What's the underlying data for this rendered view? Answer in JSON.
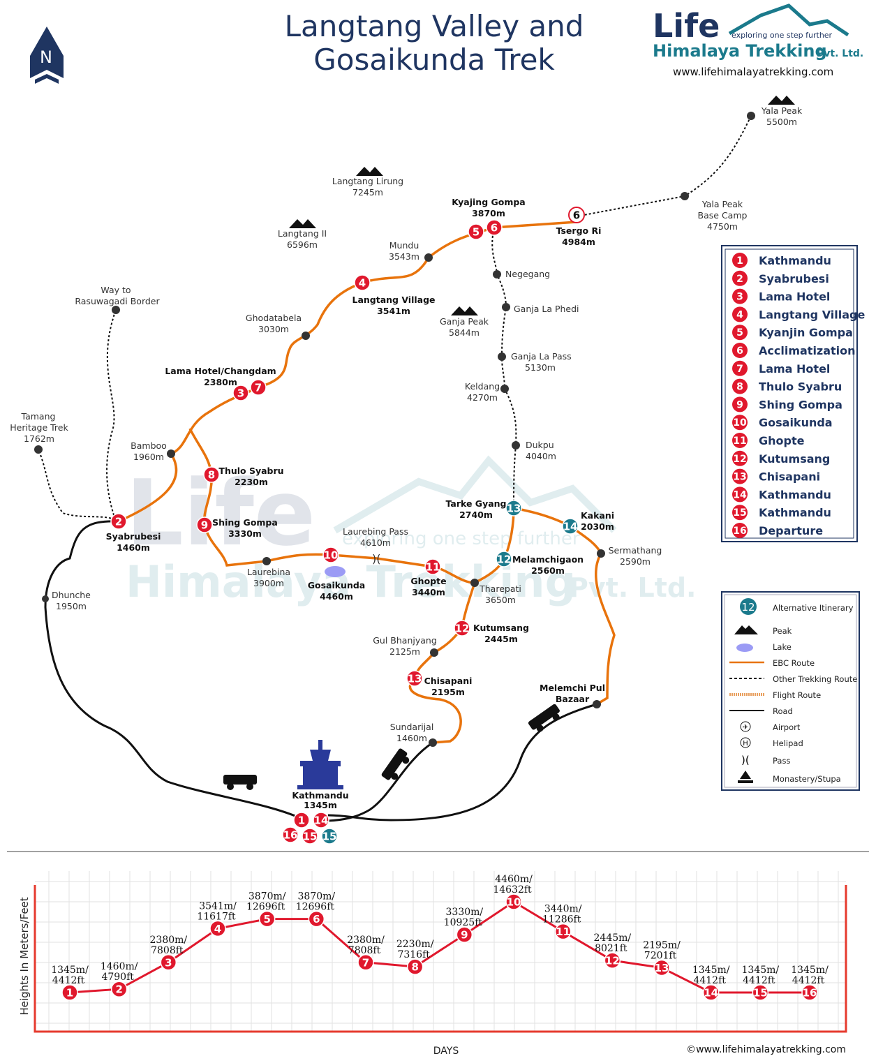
{
  "title": {
    "line1": "Langtang Valley and",
    "line2": "Gosaikunda Trek"
  },
  "north": "N",
  "logo": {
    "word": "Life",
    "tagline": "exploring one step further",
    "company": "Himalaya Trekking",
    "suffix": "Pvt. Ltd.",
    "website": "www.lifehimalayatrekking.com"
  },
  "watermark": {
    "word": "Life",
    "tagline": "exploring one step further",
    "company": "Himalaya Trekking",
    "suffix": "Pvt. Ltd."
  },
  "colors": {
    "route": "#e8730c",
    "marker": "#e0182d",
    "alt": "#1b7a8c",
    "navy": "#1f3561"
  },
  "peaks": [
    {
      "name": "Langtang Lirung",
      "elev": "7245m"
    },
    {
      "name": "Langtang II",
      "elev": "6596m"
    },
    {
      "name": "Ganja Peak",
      "elev": "5844m"
    }
  ],
  "places": {
    "yala": {
      "name": "Yala Peak",
      "elev": "5500m"
    },
    "yalabc": {
      "name": "Yala Peak",
      "name2": "Base Camp",
      "elev": "4750m"
    },
    "kyajing": {
      "name": "Kyajing Gompa",
      "elev": "3870m"
    },
    "tsergo": {
      "name": "Tsergo Ri",
      "elev": "4984m"
    },
    "mundu": {
      "name": "Mundu",
      "elev": "3543m"
    },
    "negegang": {
      "name": "Negegang"
    },
    "phedi": {
      "name": "Ganja La Phedi"
    },
    "pass": {
      "name": "Ganja La Pass",
      "elev": "5130m"
    },
    "keldang": {
      "name": "Keldang",
      "elev": "4270m"
    },
    "dukpu": {
      "name": "Dukpu",
      "elev": "4040m"
    },
    "langtang": {
      "name": "Langtang Village",
      "elev": "3541m"
    },
    "ghoda": {
      "name": "Ghodatabela",
      "elev": "3030m"
    },
    "rasuwa": {
      "name": "Way to",
      "name2": "Rasuwagadi Border"
    },
    "lama": {
      "name": "Lama Hotel/Changdam",
      "elev": "2380m"
    },
    "tamang": {
      "name": "Tamang",
      "name2": "Heritage Trek",
      "elev": "1762m"
    },
    "bamboo": {
      "name": "Bamboo",
      "elev": "1960m"
    },
    "thulo": {
      "name": "Thulo Syabru",
      "elev": "2230m"
    },
    "syabru": {
      "name": "Syabrubesi",
      "elev": "1460m"
    },
    "shing": {
      "name": "Shing Gompa",
      "elev": "3330m"
    },
    "laurebing": {
      "name": "Laurebing Pass",
      "elev": "4610m"
    },
    "tarke": {
      "name": "Tarke Gyang",
      "elev": "2740m"
    },
    "kakani": {
      "name": "Kakani",
      "elev": "2030m"
    },
    "laurebina": {
      "name": "Laurebina",
      "elev": "3900m"
    },
    "gosai": {
      "name": "Gosaikunda",
      "elev": "4460m"
    },
    "ghopte": {
      "name": "Ghopte",
      "elev": "3440m"
    },
    "melam": {
      "name": "Melamchigaon",
      "elev": "2560m"
    },
    "serma": {
      "name": "Sermathang",
      "elev": "2590m"
    },
    "dhunche": {
      "name": "Dhunche",
      "elev": "1950m"
    },
    "thare": {
      "name": "Tharepati",
      "elev": "3650m"
    },
    "kutum": {
      "name": "Kutumsang",
      "elev": "2445m"
    },
    "gul": {
      "name": "Gul Bhanjyang",
      "elev": "2125m"
    },
    "chisa": {
      "name": "Chisapani",
      "elev": "2195m"
    },
    "melempul": {
      "name": "Melemchi Pul",
      "name2": "Bazaar"
    },
    "sundari": {
      "name": "Sundarijal",
      "elev": "1460m"
    },
    "ktm": {
      "name": "Kathmandu",
      "elev": "1345m"
    }
  },
  "itinerary": [
    "Kathmandu",
    "Syabrubesi",
    "Lama Hotel",
    "Langtang Village",
    "Kyanjin Gompa",
    "Acclimatization",
    "Lama Hotel",
    "Thulo Syabru",
    "Shing Gompa",
    "Gosaikunda",
    "Ghopte",
    "Kutumsang",
    "Chisapani",
    "Kathmandu",
    "Kathmandu",
    "Departure"
  ],
  "legend": [
    {
      "icon": "alt-itinerary-icon",
      "label": "Alternative Itinerary",
      "num": "12"
    },
    {
      "icon": "peak-icon",
      "label": "Peak"
    },
    {
      "icon": "lake-icon",
      "label": "Lake"
    },
    {
      "icon": "ebc-route-icon",
      "label": "EBC Route"
    },
    {
      "icon": "other-route-icon",
      "label": "Other Trekking Route"
    },
    {
      "icon": "flight-route-icon",
      "label": "Flight Route"
    },
    {
      "icon": "road-icon",
      "label": "Road"
    },
    {
      "icon": "airport-icon",
      "label": "Airport"
    },
    {
      "icon": "helipad-icon",
      "label": "Helipad"
    },
    {
      "icon": "pass-icon",
      "label": "Pass"
    },
    {
      "icon": "monastery-icon",
      "label": "Monastery/Stupa"
    }
  ],
  "chart_data": {
    "type": "line",
    "ylabel": "Heights In Meters/Feet",
    "xlabel": "DAYS",
    "x": [
      1,
      2,
      3,
      4,
      5,
      6,
      7,
      8,
      9,
      10,
      11,
      12,
      13,
      14,
      15,
      16
    ],
    "values_m": [
      1345,
      1460,
      2380,
      3541,
      3870,
      3870,
      2380,
      2230,
      3330,
      4460,
      3440,
      2445,
      2195,
      1345,
      1345,
      1345
    ],
    "labels_m": [
      "1345m/",
      "1460m/",
      "2380m/",
      "3541m/",
      "3870m/",
      "3870m/",
      "2380m/",
      "2230m/",
      "3330m/",
      "4460m/",
      "3440m/",
      "2445m/",
      "2195m/",
      "1345m/",
      "1345m/",
      "1345m/"
    ],
    "labels_ft": [
      "4412ft",
      "4790ft",
      "7808ft",
      "11617ft",
      "12696ft",
      "12696ft",
      "7808ft",
      "7316ft",
      "10925ft",
      "14632ft",
      "11286ft",
      "8021ft",
      "7201ft",
      "4412ft",
      "4412ft",
      "4412ft"
    ]
  },
  "copyright": "©www.lifehimalayatrekking.com"
}
